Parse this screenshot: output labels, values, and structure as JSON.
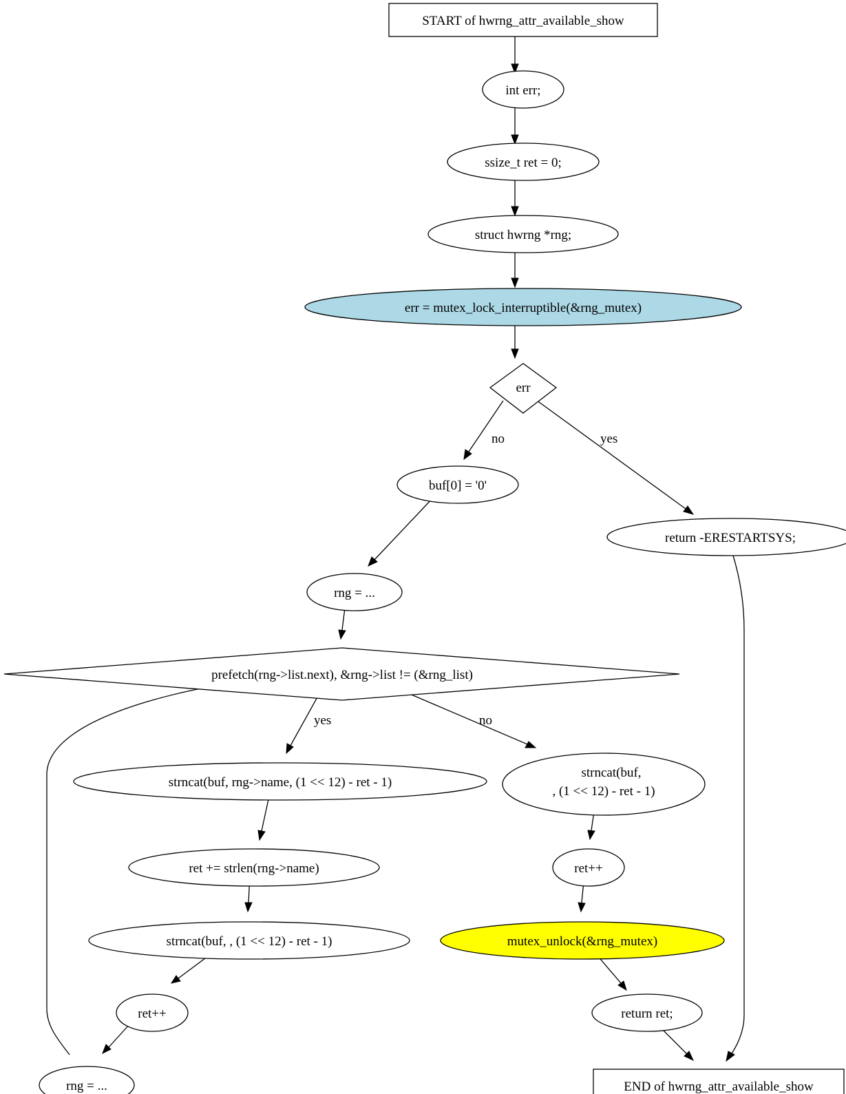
{
  "nodes": {
    "start": {
      "text": "START of hwrng_attr_available_show"
    },
    "int_err": {
      "text": "int err;"
    },
    "ssize_ret": {
      "text": "ssize_t ret = 0;"
    },
    "struct_rng": {
      "text": "struct hwrng *rng;"
    },
    "mutex_lock": {
      "text": "err = mutex_lock_interruptible(&rng_mutex)",
      "fill": "#add8e6"
    },
    "err_check": {
      "text": "err"
    },
    "buf_zero": {
      "text": "buf[0] = '0'"
    },
    "return_erestart": {
      "text": "return -ERESTARTSYS;"
    },
    "rng_assign_1": {
      "text": "rng = ..."
    },
    "loop_cond": {
      "text": "prefetch(rng->list.next), &rng->list != (&rng_list)"
    },
    "strncat_name": {
      "text": "strncat(buf, rng->name, (1 << 12) - ret - 1)"
    },
    "strncat_nl_line1": {
      "text": "strncat(buf,"
    },
    "strncat_nl_line2": {
      "text": ", (1 << 12) - ret - 1)"
    },
    "ret_strlen": {
      "text": "ret += strlen(rng->name)"
    },
    "strncat_space": {
      "text": "strncat(buf,  , (1 << 12) - ret - 1)"
    },
    "ret_inc_right": {
      "text": "ret++"
    },
    "ret_inc_left": {
      "text": "ret++"
    },
    "mutex_unlock": {
      "text": "mutex_unlock(&rng_mutex)",
      "fill": "#ffff00"
    },
    "return_ret": {
      "text": "return ret;"
    },
    "rng_assign_2": {
      "text": "rng = ..."
    },
    "end": {
      "text": "END of hwrng_attr_available_show"
    }
  },
  "edge_labels": {
    "err_no": "no",
    "err_yes": "yes",
    "loop_yes": "yes",
    "loop_no": "no"
  }
}
